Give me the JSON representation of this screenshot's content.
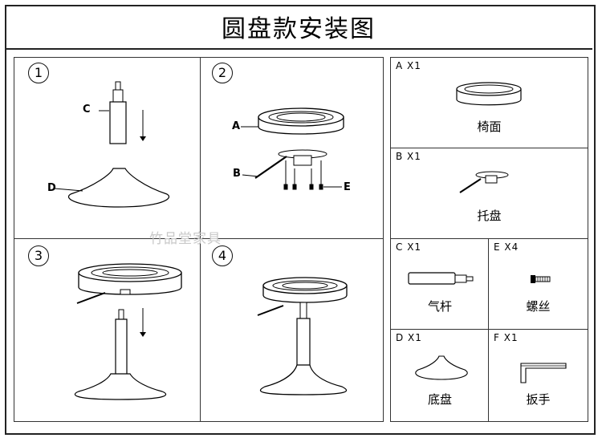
{
  "title": "圆盘款安装图",
  "watermark": "竹品堂家具",
  "steps": [
    {
      "number": "1",
      "labels": {
        "c": "C",
        "d": "D"
      }
    },
    {
      "number": "2",
      "labels": {
        "a": "A",
        "b": "B",
        "e": "E"
      }
    },
    {
      "number": "3"
    },
    {
      "number": "4"
    }
  ],
  "parts": [
    {
      "id": "A X1",
      "name": "椅面"
    },
    {
      "id": "B X1",
      "name": "托盘"
    },
    {
      "id": "C X1",
      "name": "气杆"
    },
    {
      "id": "E X4",
      "name": "螺丝"
    },
    {
      "id": "D X1",
      "name": "底盘"
    },
    {
      "id": "F X1",
      "name": "扳手"
    }
  ]
}
